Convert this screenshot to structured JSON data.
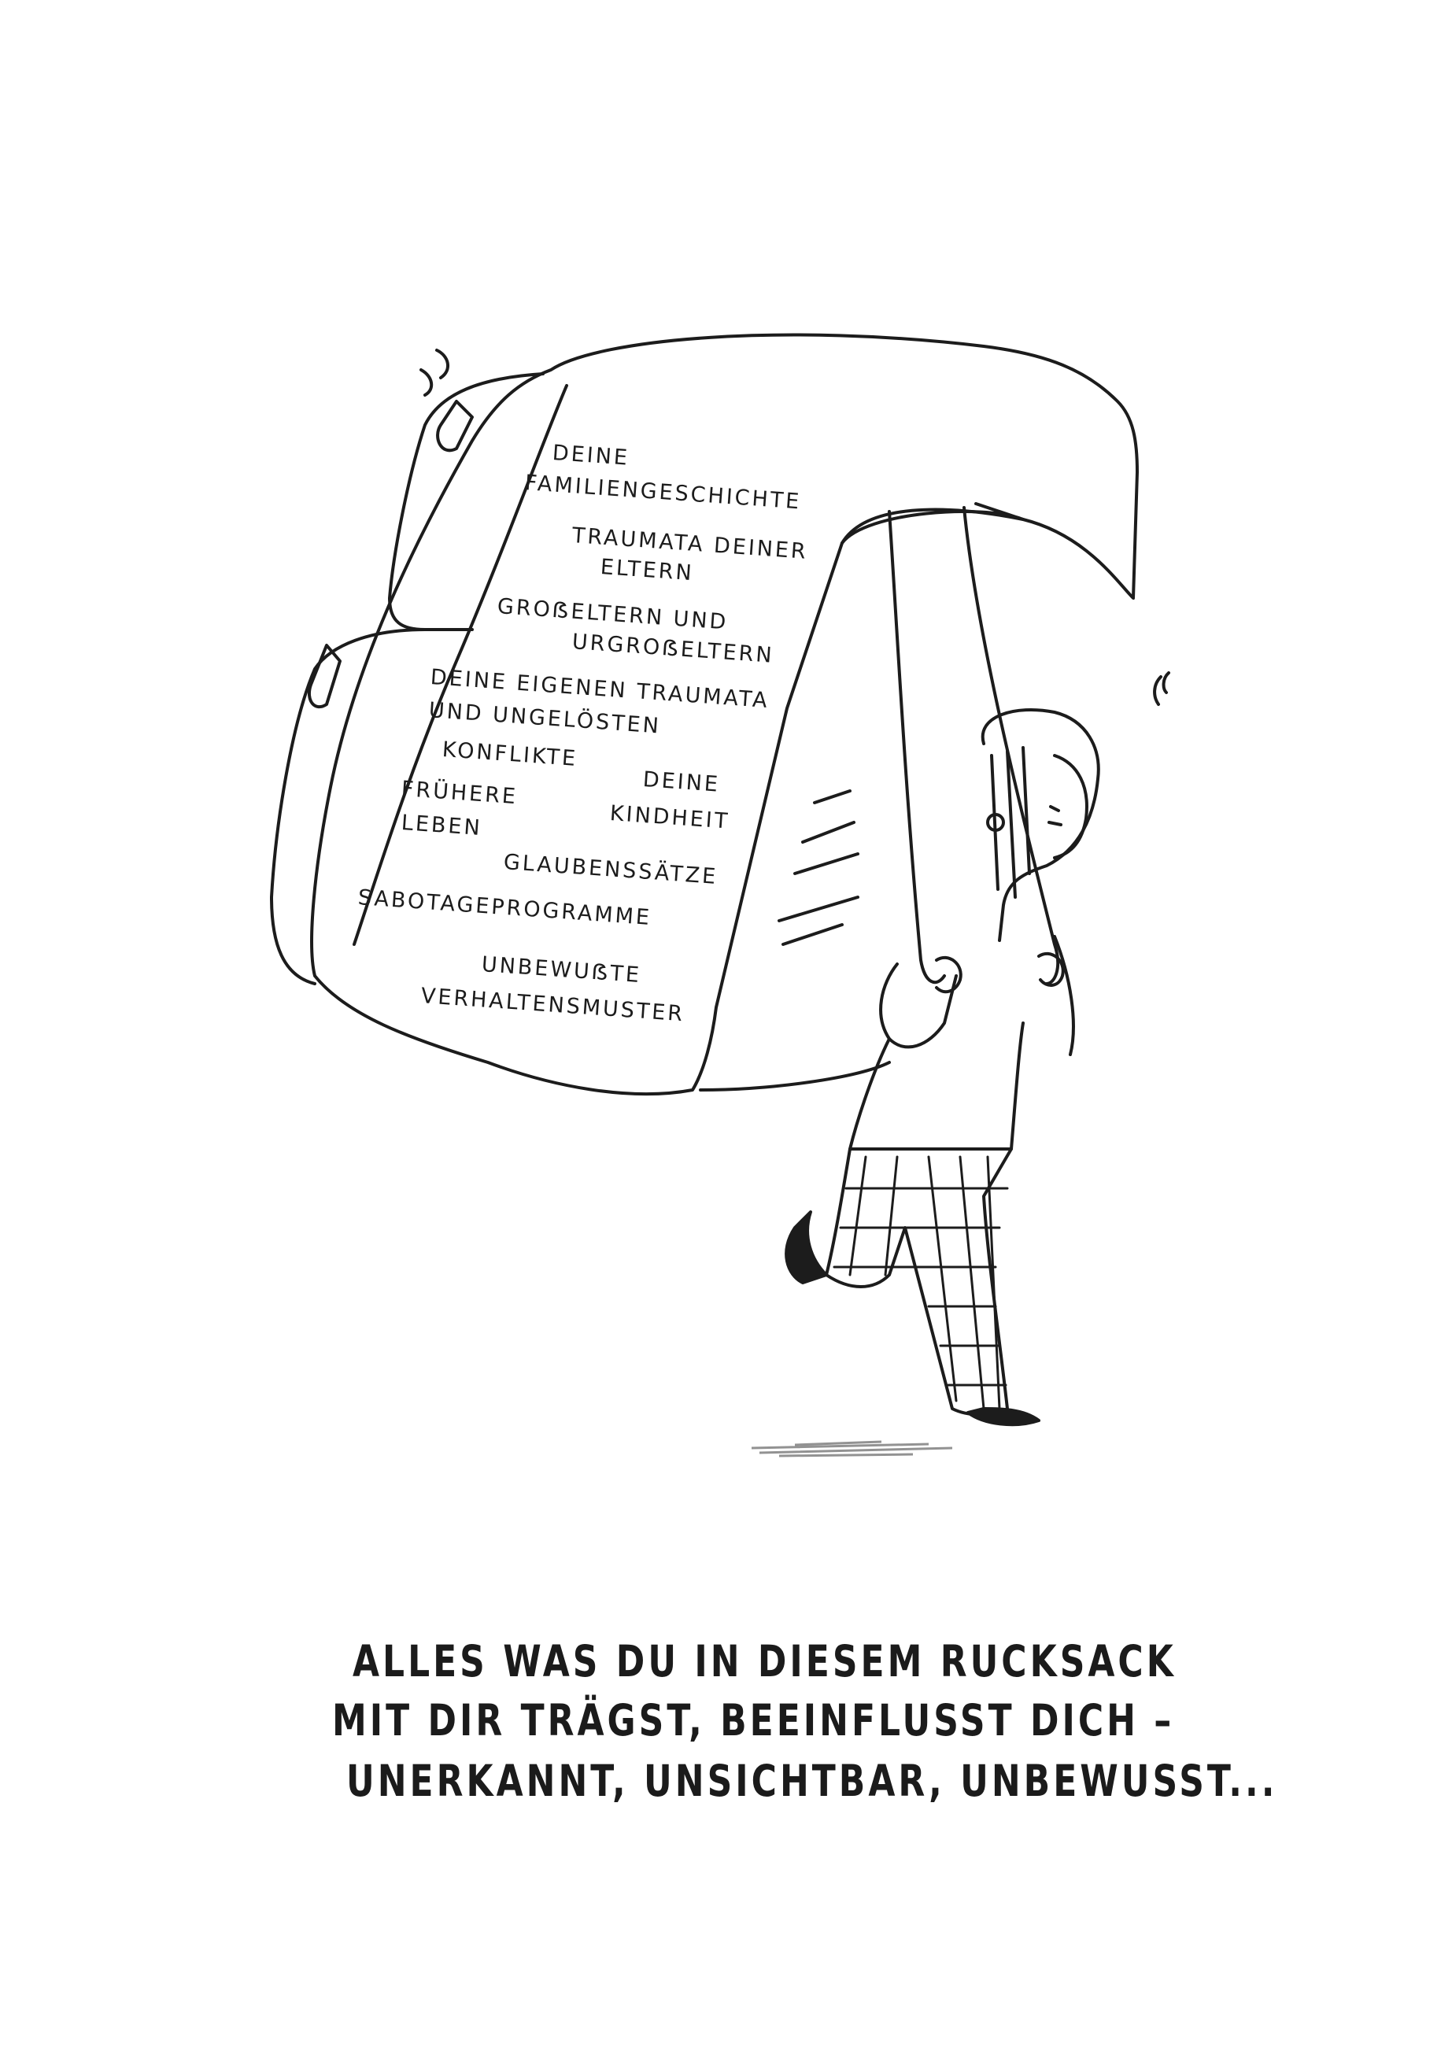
{
  "backpack_labels": {
    "l1": "DEINE",
    "l2": "FAMILIENGESCHICHTE",
    "l3": "TRAUMATA DEINER",
    "l4": "ELTERN",
    "l5": "GROẞELTERN UND",
    "l6": "URGROẞELTERN",
    "l7": "DEINE EIGENEN TRAUMATA",
    "l8": "UND UNGELÖSTEN",
    "l9": "KONFLIKTE",
    "l10": "DEINE",
    "l11": "FRÜHERE",
    "l12": "KINDHEIT",
    "l13": "LEBEN",
    "l14": "GLAUBENSSÄTZE",
    "l15": "SABOTAGEPROGRAMME",
    "l16": "UNBEWUẞTE",
    "l17": "VERHALTENSMUSTER"
  },
  "caption": {
    "line1": "ALLES WAS DU IN DIESEM RUCKSACK",
    "line2": "MIT DIR TRÄGST, BEEINFLUSST DICH –",
    "line3": "UNERKANNT, UNSICHTBAR, UNBEWUSST..."
  },
  "colors": {
    "ink": "#1c1c1c",
    "paper": "#ffffff"
  }
}
